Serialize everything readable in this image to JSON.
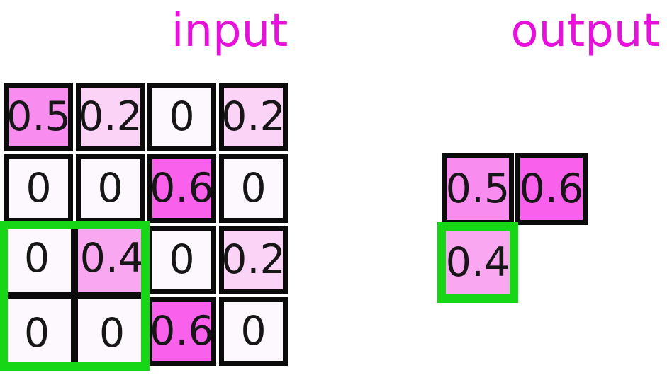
{
  "titles": {
    "input": "input",
    "output": "output"
  },
  "colors": {
    "title_text": "#E612DB",
    "cell_border": "#0b0b0b",
    "cell_text": "#161616",
    "highlight_green": "#16D616",
    "background": "#ffffff",
    "value_fills": {
      "0": "#FDF8FD",
      "0.2": "#FBD3F7",
      "0.4": "#FAA7F2",
      "0.5": "#F98CEF",
      "0.6": "#F960EB"
    }
  },
  "input_grid": {
    "rows": 4,
    "cols": 4,
    "cells": [
      [
        "0.5",
        "0.2",
        "0",
        "0.2"
      ],
      [
        "0",
        "0",
        "0.6",
        "0"
      ],
      [
        "0",
        "0.4",
        "0",
        "0.2"
      ],
      [
        "0",
        "0",
        "0.6",
        "0"
      ]
    ],
    "highlight_region": {
      "row": 2,
      "col": 0,
      "rows": 2,
      "cols": 2
    }
  },
  "output_grid": {
    "rows": 2,
    "cols": 2,
    "cells": [
      [
        "0.5",
        "0.6"
      ],
      [
        "0.4",
        null
      ]
    ],
    "highlight_region": {
      "row": 1,
      "col": 0,
      "rows": 1,
      "cols": 1
    }
  }
}
